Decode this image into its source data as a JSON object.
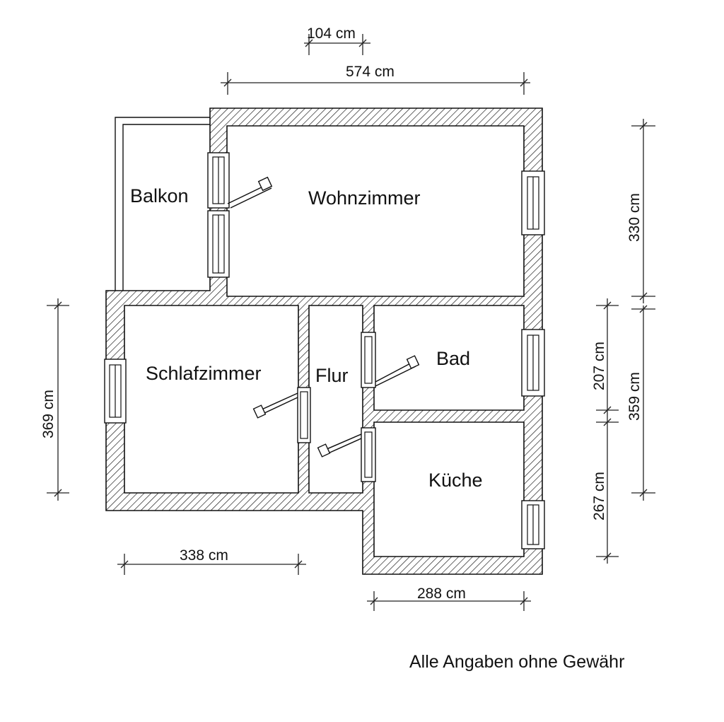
{
  "rooms": {
    "balkon": "Balkon",
    "wohnzimmer": "Wohnzimmer",
    "schlafzimmer": "Schlafzimmer",
    "flur": "Flur",
    "bad": "Bad",
    "kueche": "Küche"
  },
  "dimensions": {
    "top_small": "104 cm",
    "top_width": "574 cm",
    "left_height": "369 cm",
    "bottom_left": "338 cm",
    "bottom_right": "288 cm",
    "right_upper": "330 cm",
    "right_middle": "207 cm",
    "right_lower": "267 cm",
    "right_outer": "359 cm"
  },
  "note": "Alle Angaben ohne Gewähr"
}
